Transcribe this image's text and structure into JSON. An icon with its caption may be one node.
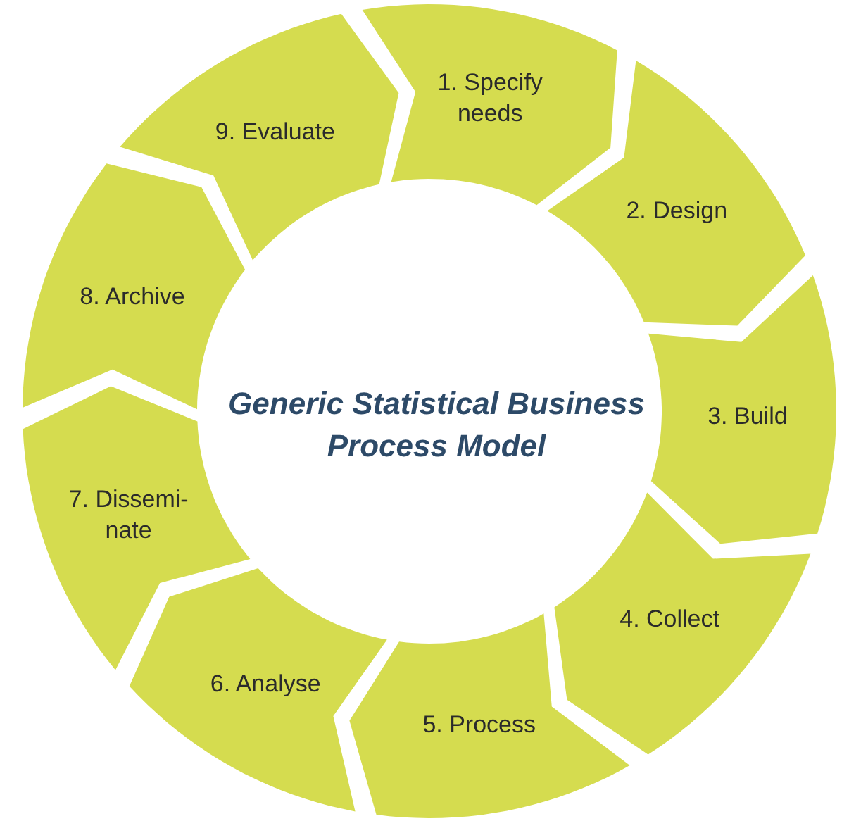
{
  "diagram": {
    "title": "Generic Statistical Business Process Model",
    "nodes": [
      {
        "text": [
          "1. Specify needs"
        ]
      },
      {
        "text": [
          "2. Design"
        ]
      },
      {
        "text": [
          "3. Build"
        ]
      },
      {
        "text": [
          "4. Collect"
        ]
      },
      {
        "text": [
          "5. Process"
        ]
      },
      {
        "text": [
          "6. Analyse"
        ]
      },
      {
        "text": [
          "7. Dissemi-nate"
        ]
      },
      {
        "text": [
          "8. Archive"
        ]
      },
      {
        "text": [
          "9. Evaluate"
        ]
      }
    ]
  }
}
